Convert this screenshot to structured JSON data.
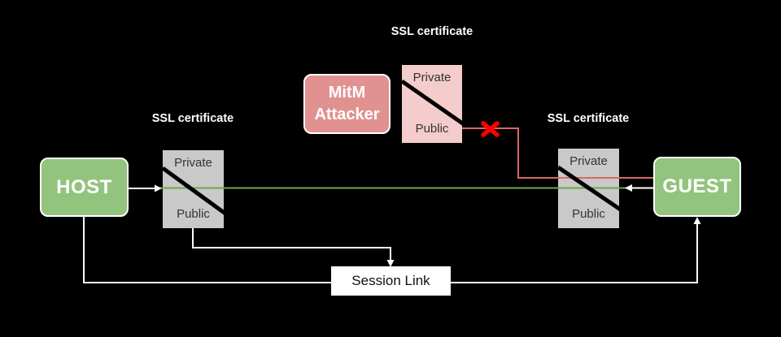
{
  "nodes": {
    "host": {
      "label": "HOST"
    },
    "guest": {
      "label": "GUEST"
    },
    "attacker": {
      "label": "MitM Attacker"
    }
  },
  "certificates": {
    "host_side": {
      "title": "SSL certificate",
      "key_top": "Private",
      "key_bottom": "Public"
    },
    "attacker_side": {
      "title": "SSL certificate",
      "key_top": "Private",
      "key_bottom": "Public"
    },
    "guest_side": {
      "title": "SSL certificate",
      "key_top": "Private",
      "key_bottom": "Public"
    }
  },
  "session_link": {
    "label": "Session Link"
  },
  "colors": {
    "background": "#000000",
    "endpoint_fill": "#93C47D",
    "attacker_fill": "#E29191",
    "attacker_cert_fill": "#F4CCCC",
    "cert_fill": "#C9C9C9",
    "secure_line": "#6AA84F",
    "intercept_line": "#E06666",
    "blocked_x": "#FF0000",
    "connector_line": "#FFFFFF"
  }
}
